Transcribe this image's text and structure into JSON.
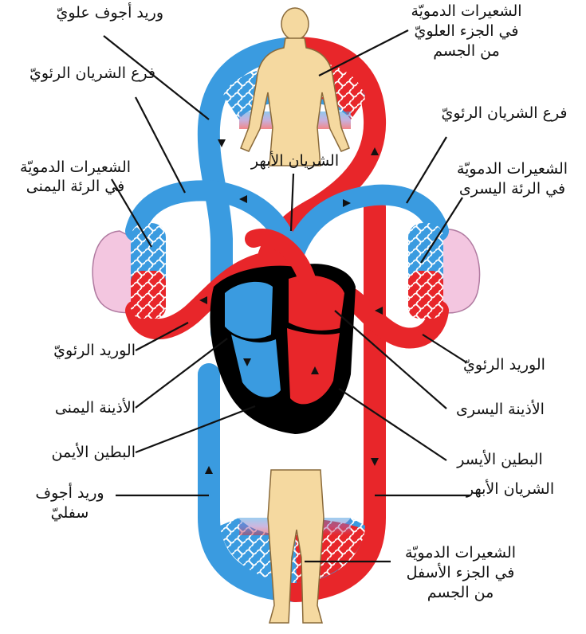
{
  "colors": {
    "vein_blue": "#3a9be0",
    "artery_red": "#e8262a",
    "heart_black": "#000000",
    "skin": "#f5d9a0",
    "lung_pink": "#f3c6e0",
    "capillary_purple": "#b06fb0"
  },
  "labels": {
    "sup_vena_cava": "وريد أجوف علويّ",
    "cap_upper_1": "الشعيرات الدمويّة",
    "cap_upper_2": "في الجزء العلويّ",
    "cap_upper_3": "من الجسم",
    "pulm_artery_branch_left": "فرع الشريان الرئويّ",
    "pulm_artery_branch_right": "فرع الشريان الرئويّ",
    "cap_right_lung_1": "الشعيرات الدمويّة",
    "cap_right_lung_2": "في الرئة اليمنى",
    "aorta_top": "الشريان الأبهر",
    "cap_left_lung_1": "الشعيرات الدمويّة",
    "cap_left_lung_2": "في الرئة اليسرى",
    "pulm_vein_left": "الوريد الرئويّ",
    "pulm_vein_right": "الوريد الرئويّ",
    "right_atrium": "الأذينة اليمنى",
    "left_atrium": "الأذينة اليسرى",
    "right_ventricle": "البطين الأيمن",
    "left_ventricle": "البطين الأيسر",
    "inf_vena_cava_1": "وريد أجوف",
    "inf_vena_cava_2": "سفليّ",
    "aorta_bottom": "الشريان الأبهر",
    "cap_lower_1": "الشعيرات الدمويّة",
    "cap_lower_2": "في الجزء الأسفل",
    "cap_lower_3": "من الجسم"
  }
}
